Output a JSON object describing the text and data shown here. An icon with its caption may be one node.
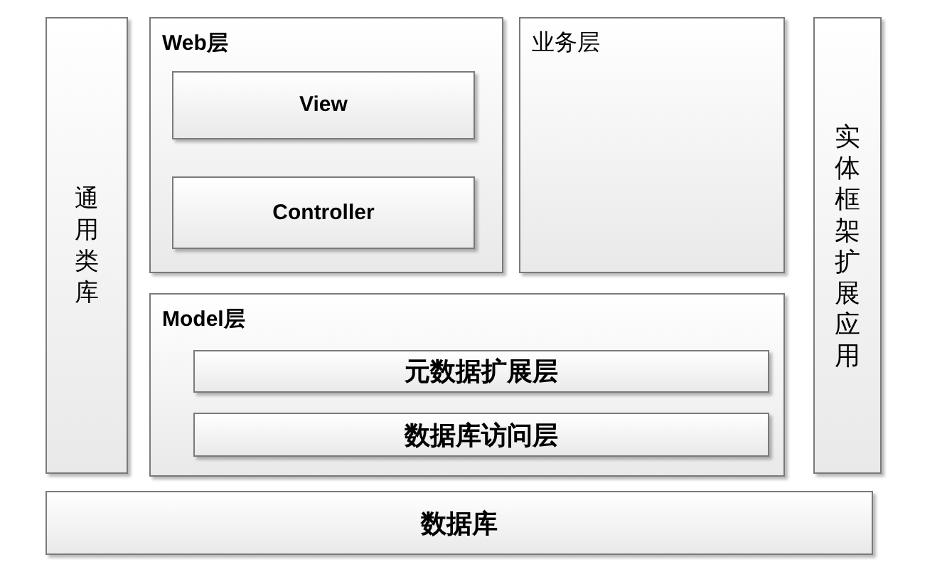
{
  "diagram": {
    "nodes": [
      {
        "text": [
          "通用类库"
        ]
      },
      {
        "text": [
          "Web层"
        ]
      },
      {
        "text": [
          "View"
        ],
        "in": 1
      },
      {
        "text": [
          "Controller"
        ],
        "in": 1
      },
      {
        "text": [
          "业务层"
        ]
      },
      {
        "text": [
          "实体框架扩展应用"
        ]
      },
      {
        "text": [
          "Model层"
        ]
      },
      {
        "text": [
          "元数据扩展层"
        ],
        "in": 6
      },
      {
        "text": [
          "数据库访问层"
        ],
        "in": 6
      },
      {
        "text": [
          "数据库"
        ]
      }
    ]
  }
}
